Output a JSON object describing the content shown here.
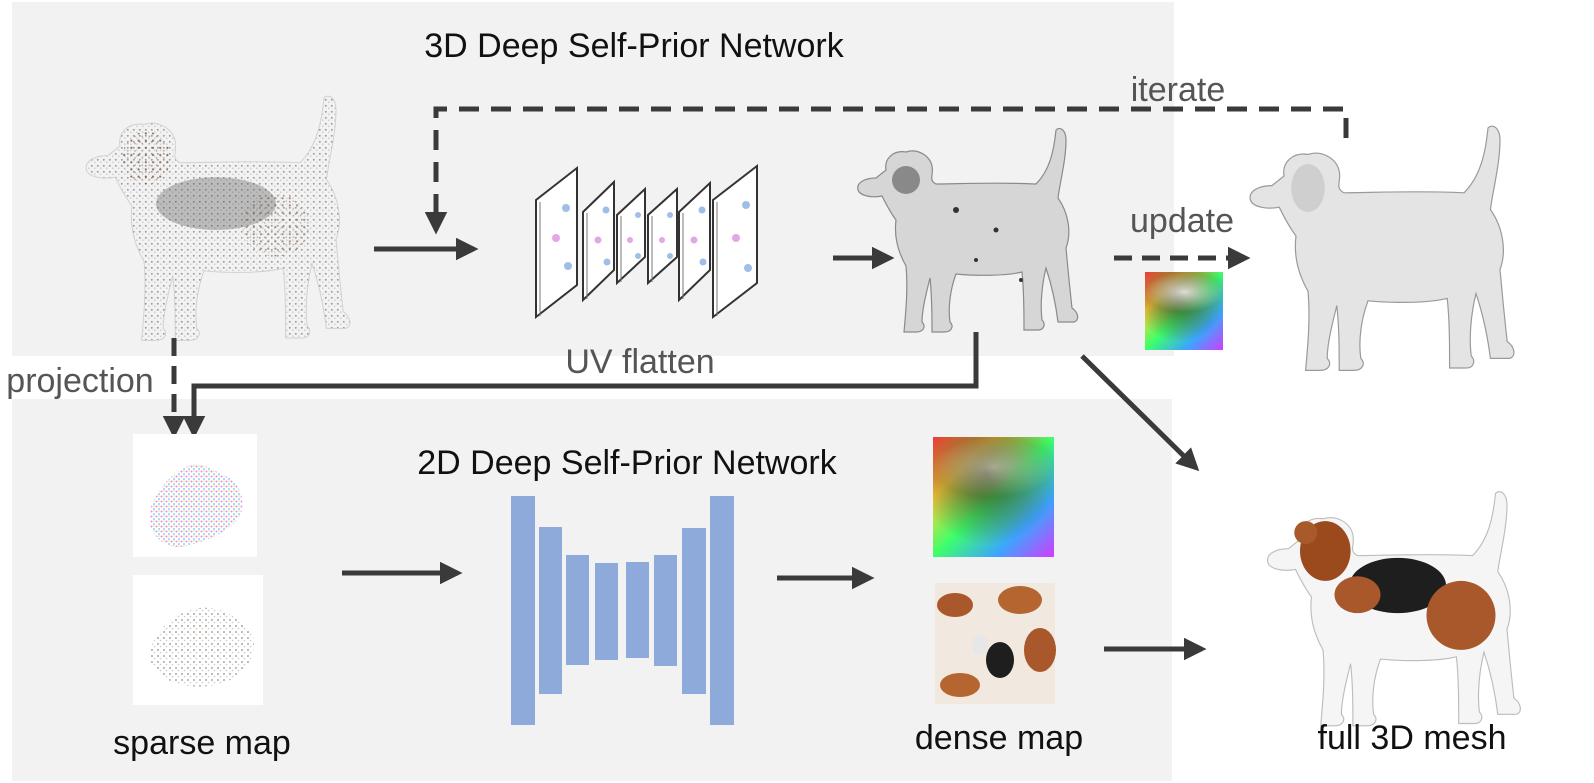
{
  "top_panel": {
    "title": "3D Deep Self-Prior Network"
  },
  "bottom_panel": {
    "title": "2D Deep Self-Prior Network"
  },
  "labels": {
    "iterate": "iterate",
    "update": "update",
    "projection": "projection",
    "uv_flatten": "UV flatten",
    "sparse_map": "sparse map",
    "dense_map": "dense map",
    "full_mesh": "full 3D mesh"
  },
  "colors": {
    "panel_bg": "#f2f2f2",
    "arrow": "#3a3a3a",
    "network_bar": "#8eaadb",
    "label_gray": "#555555",
    "text": "#111111"
  },
  "icons": {
    "point_cloud": "dog-point-cloud-icon",
    "coarse_mesh": "dog-coarse-mesh-icon",
    "refined_mesh": "dog-refined-mesh-icon",
    "textured_mesh": "dog-textured-mesh-icon"
  }
}
